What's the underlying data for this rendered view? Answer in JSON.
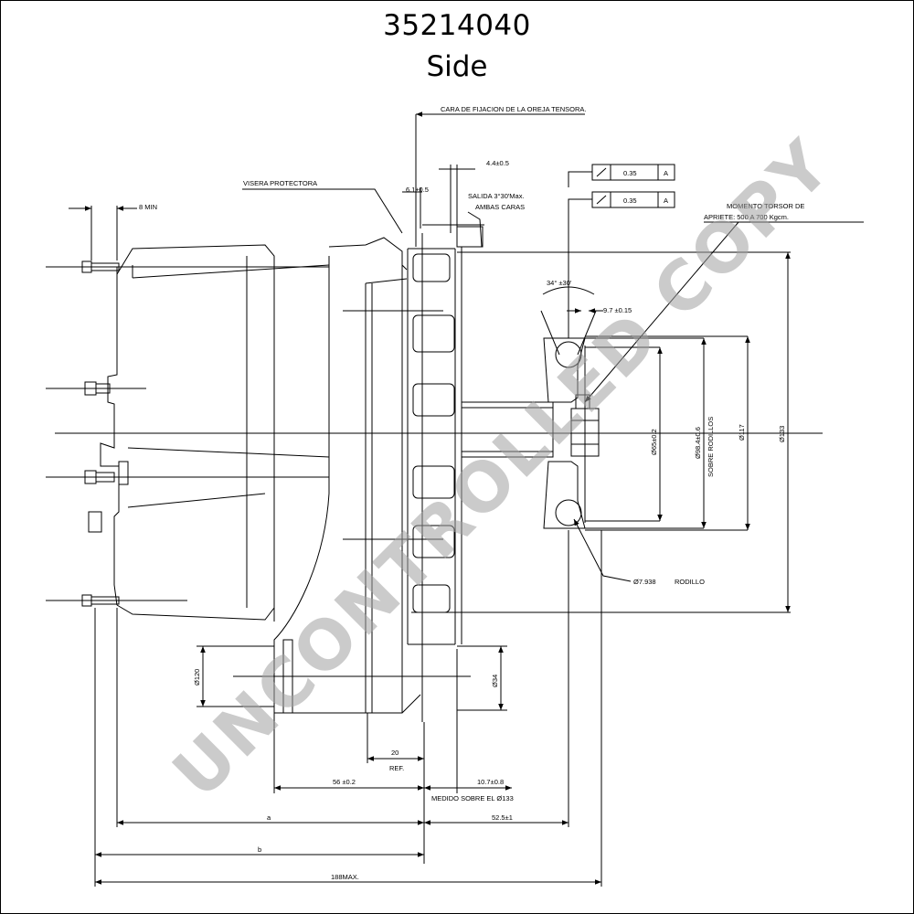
{
  "header": {
    "part_number": "35214040",
    "view": "Side"
  },
  "watermark": "UNCONTROLLED COPY",
  "labels": {
    "cara": "CARA DE FIJACION DE LA OREJA TENSORA.",
    "visera": "VISERA PROTECTORA",
    "min8": "8 MIN",
    "d61": "6.1±0.5",
    "d44": "4.4±0.5",
    "salida": "SALIDA 3°30'Max.",
    "ambas": "AMBAS CARAS",
    "momento": "MOMENTO TORSOR DE",
    "apriete": "APRIETE: 500 A 700 Kgcm.",
    "tol1": "0.35",
    "tol2": "0.35",
    "datum1": "A",
    "datum2": "A",
    "ang": "34° ±30'",
    "d97": "9.7 ±0.15",
    "d65": "Ø65±0.2",
    "d98": "Ø98.4±0.6",
    "sobre": "SOBRE RODILLOS",
    "d117": "Ø117",
    "d133": "Ø133",
    "d7938": "Ø7.938",
    "rodillo": "RODILLO",
    "d120": "Ø120",
    "d34": "Ø34",
    "d20": "20",
    "ref": "REF.",
    "d56": "56 ±0.2",
    "d107": "10.7±0.8",
    "medido": "MEDIDO SOBRE EL Ø133",
    "a": "a",
    "d525": "52.5±1",
    "b": "b",
    "max188": "188MAX."
  }
}
